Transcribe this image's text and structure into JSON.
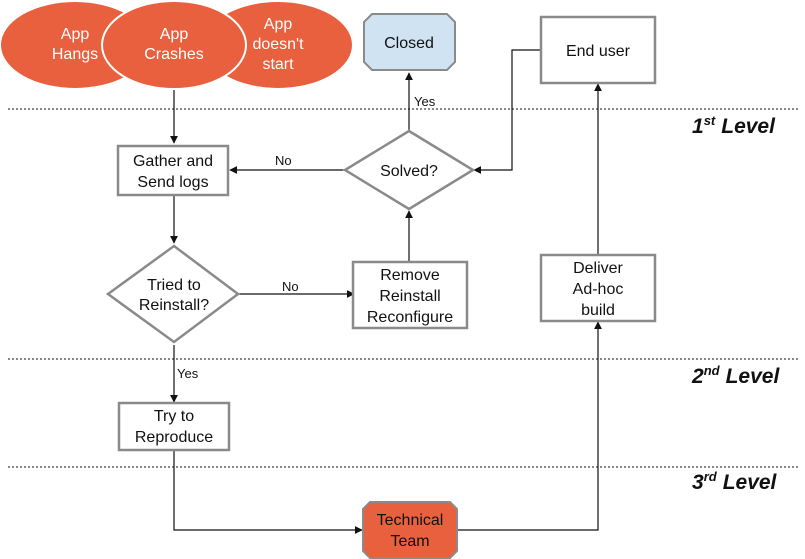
{
  "nodes": {
    "app_hangs": [
      "App",
      "Hangs"
    ],
    "app_crashes": [
      "App",
      "Crashes"
    ],
    "app_doesnt_start": [
      "App",
      "doesn't",
      "start"
    ],
    "closed": [
      "Closed"
    ],
    "end_user": [
      "End user"
    ],
    "gather_logs": [
      "Gather and",
      "Send logs"
    ],
    "solved": [
      "Solved?"
    ],
    "tried_reinstall": [
      "Tried to",
      "Reinstall?"
    ],
    "remove_reinstall": [
      "Remove",
      "Reinstall",
      "Reconfigure"
    ],
    "deliver_build": [
      "Deliver",
      "Ad-hoc",
      "build"
    ],
    "try_reproduce": [
      "Try to",
      "Reproduce"
    ],
    "technical_team": [
      "Technical",
      "Team"
    ]
  },
  "edge_labels": {
    "solved_yes": "Yes",
    "solved_no": "No",
    "reinstall_no": "No",
    "reinstall_yes": "Yes"
  },
  "levels": [
    {
      "num": "1",
      "sup": "st",
      "word": "Level"
    },
    {
      "num": "2",
      "sup": "nd",
      "word": "Level"
    },
    {
      "num": "3",
      "sup": "rd",
      "word": "Level"
    }
  ],
  "colors": {
    "trigger_fill": "#e8603e",
    "closed_fill": "#cfe3f2",
    "box_stroke": "#8a8a8a"
  }
}
